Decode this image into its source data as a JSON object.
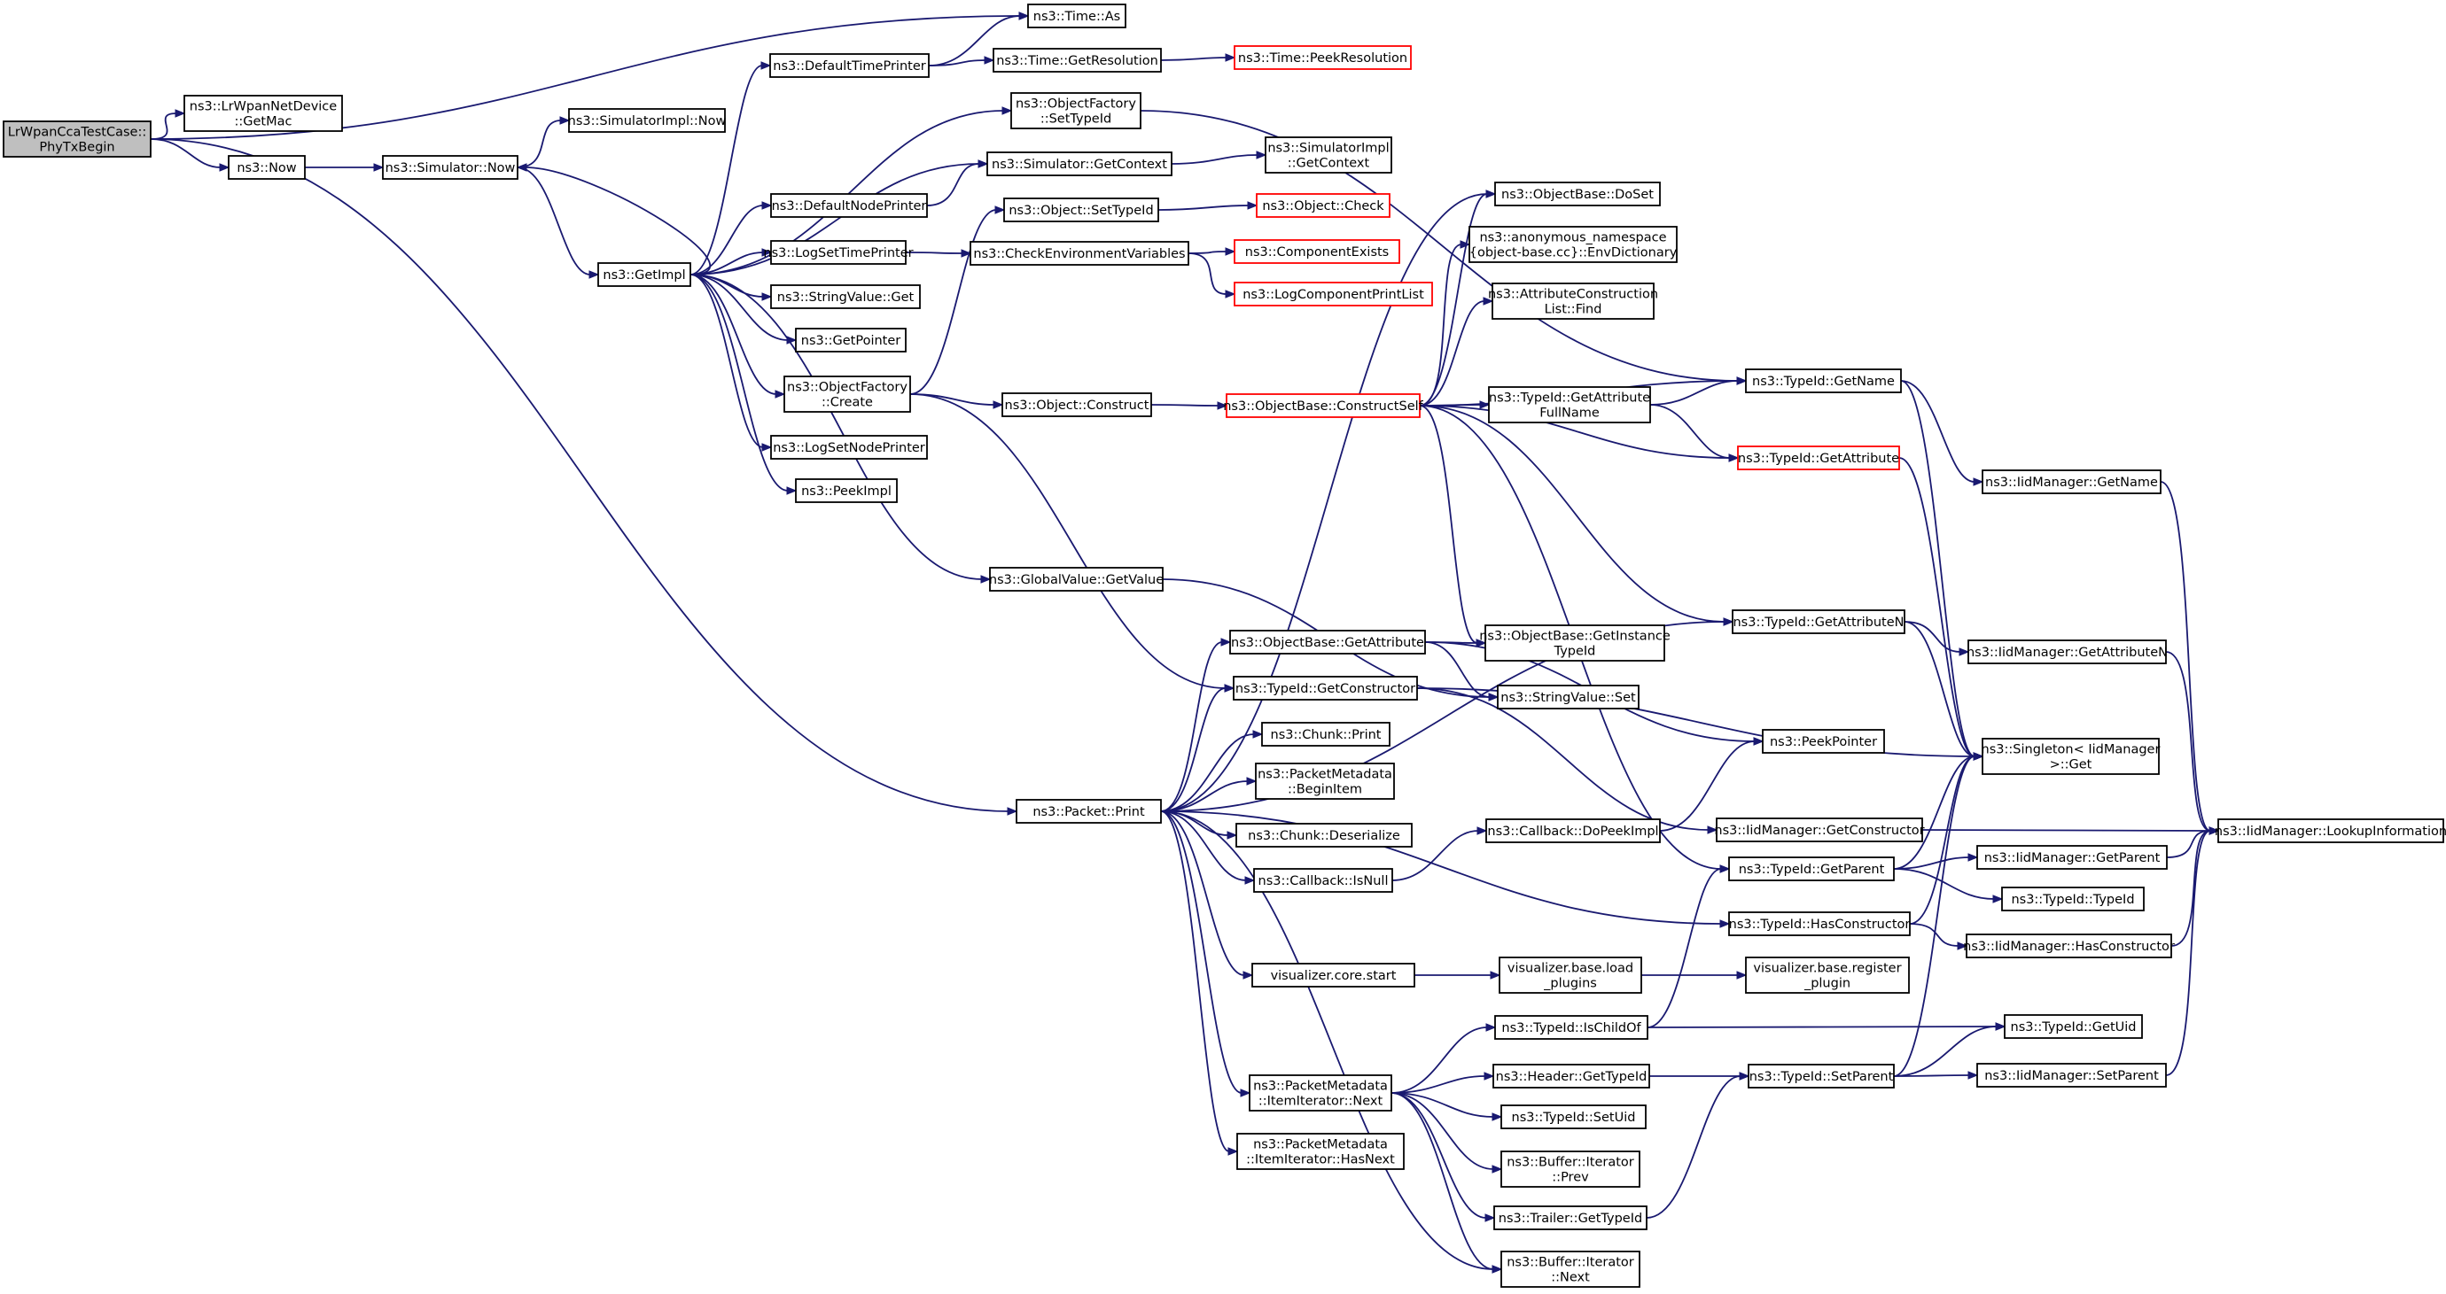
{
  "diagram": {
    "edge_color": "#191970",
    "root_fill": "#bfbfbf",
    "highlight_border": "#ff0000",
    "nodes": [
      {
        "id": "root",
        "lines": [
          "LrWpanCcaTestCase::",
          "PhyTxBegin"
        ],
        "style": "root"
      },
      {
        "id": "time_as",
        "lines": [
          "ns3::Time::As"
        ]
      },
      {
        "id": "getmac",
        "lines": [
          "ns3::LrWpanNetDevice",
          "::GetMac"
        ]
      },
      {
        "id": "now",
        "lines": [
          "ns3::Now"
        ]
      },
      {
        "id": "sim_now",
        "lines": [
          "ns3::Simulator::Now"
        ]
      },
      {
        "id": "simimpl_now",
        "lines": [
          "ns3::SimulatorImpl::Now"
        ]
      },
      {
        "id": "default_time_printer",
        "lines": [
          "ns3::DefaultTimePrinter"
        ]
      },
      {
        "id": "time_getres",
        "lines": [
          "ns3::Time::GetResolution"
        ]
      },
      {
        "id": "time_peekres",
        "lines": [
          "ns3::Time::PeekResolution"
        ],
        "style": "red"
      },
      {
        "id": "of_settypeid",
        "lines": [
          "ns3::ObjectFactory",
          "::SetTypeId"
        ]
      },
      {
        "id": "sim_getcontext",
        "lines": [
          "ns3::Simulator::GetContext"
        ]
      },
      {
        "id": "simimpl_getcontext",
        "lines": [
          "ns3::SimulatorImpl",
          "::GetContext"
        ]
      },
      {
        "id": "default_node_printer",
        "lines": [
          "ns3::DefaultNodePrinter"
        ]
      },
      {
        "id": "object_settypeid",
        "lines": [
          "ns3::Object::SetTypeId"
        ]
      },
      {
        "id": "object_check",
        "lines": [
          "ns3::Object::Check"
        ],
        "style": "red"
      },
      {
        "id": "getimpl",
        "lines": [
          "ns3::GetImpl"
        ]
      },
      {
        "id": "logsettimeprinter",
        "lines": [
          "ns3::LogSetTimePrinter"
        ]
      },
      {
        "id": "checkenv",
        "lines": [
          "ns3::CheckEnvironmentVariables"
        ]
      },
      {
        "id": "component_exists",
        "lines": [
          "ns3::ComponentExists"
        ],
        "style": "red"
      },
      {
        "id": "logcomponentprintlist",
        "lines": [
          "ns3::LogComponentPrintList"
        ],
        "style": "red"
      },
      {
        "id": "stringvalue_get",
        "lines": [
          "ns3::StringValue::Get"
        ]
      },
      {
        "id": "getpointer",
        "lines": [
          "ns3::GetPointer"
        ]
      },
      {
        "id": "of_create",
        "lines": [
          "ns3::ObjectFactory",
          "::Create"
        ]
      },
      {
        "id": "object_construct",
        "lines": [
          "ns3::Object::Construct"
        ]
      },
      {
        "id": "logsetnodeprinter",
        "lines": [
          "ns3::LogSetNodePrinter"
        ]
      },
      {
        "id": "peekimpl",
        "lines": [
          "ns3::PeekImpl"
        ]
      },
      {
        "id": "ob_doset",
        "lines": [
          "ns3::ObjectBase::DoSet"
        ]
      },
      {
        "id": "envdict",
        "lines": [
          "ns3::anonymous_namespace",
          "{object-base.cc}::EnvDictionary"
        ]
      },
      {
        "id": "acl_find",
        "lines": [
          "ns3::AttributeConstruction",
          "List::Find"
        ]
      },
      {
        "id": "ob_constructself",
        "lines": [
          "ns3::ObjectBase::ConstructSelf"
        ],
        "style": "red"
      },
      {
        "id": "tid_getattrfullname",
        "lines": [
          "ns3::TypeId::GetAttribute",
          "FullName"
        ]
      },
      {
        "id": "tid_getname",
        "lines": [
          "ns3::TypeId::GetName"
        ]
      },
      {
        "id": "tid_getattribute",
        "lines": [
          "ns3::TypeId::GetAttribute"
        ],
        "style": "red"
      },
      {
        "id": "iid_getname",
        "lines": [
          "ns3::IidManager::GetName"
        ]
      },
      {
        "id": "gv_getvalue",
        "lines": [
          "ns3::GlobalValue::GetValue"
        ]
      },
      {
        "id": "tid_getattributen",
        "lines": [
          "ns3::TypeId::GetAttributeN"
        ]
      },
      {
        "id": "ob_getattribute",
        "lines": [
          "ns3::ObjectBase::GetAttribute"
        ]
      },
      {
        "id": "ob_getinstancetypeid",
        "lines": [
          "ns3::ObjectBase::GetInstance",
          "TypeId"
        ]
      },
      {
        "id": "iid_getattributen",
        "lines": [
          "ns3::IidManager::GetAttributeN"
        ]
      },
      {
        "id": "tid_getconstructor",
        "lines": [
          "ns3::TypeId::GetConstructor"
        ]
      },
      {
        "id": "stringvalue_set",
        "lines": [
          "ns3::StringValue::Set"
        ]
      },
      {
        "id": "chunk_print",
        "lines": [
          "ns3::Chunk::Print"
        ]
      },
      {
        "id": "peekpointer",
        "lines": [
          "ns3::PeekPointer"
        ]
      },
      {
        "id": "singleton_get",
        "lines": [
          "ns3::Singleton< IidManager",
          ">::Get"
        ]
      },
      {
        "id": "pm_beginitem",
        "lines": [
          "ns3::PacketMetadata",
          "::BeginItem"
        ]
      },
      {
        "id": "packet_print",
        "lines": [
          "ns3::Packet::Print"
        ]
      },
      {
        "id": "chunk_deserialize",
        "lines": [
          "ns3::Chunk::Deserialize"
        ]
      },
      {
        "id": "cb_dopeekimpl",
        "lines": [
          "ns3::Callback::DoPeekImpl"
        ]
      },
      {
        "id": "iid_getconstructor",
        "lines": [
          "ns3::IidManager::GetConstructor"
        ]
      },
      {
        "id": "iid_lookupinfo",
        "lines": [
          "ns3::IidManager::LookupInformation"
        ]
      },
      {
        "id": "cb_isnull",
        "lines": [
          "ns3::Callback::IsNull"
        ]
      },
      {
        "id": "tid_getparent",
        "lines": [
          "ns3::TypeId::GetParent"
        ]
      },
      {
        "id": "iid_getparent",
        "lines": [
          "ns3::IidManager::GetParent"
        ]
      },
      {
        "id": "tid_typeid",
        "lines": [
          "ns3::TypeId::TypeId"
        ]
      },
      {
        "id": "tid_hasconstructor",
        "lines": [
          "ns3::TypeId::HasConstructor"
        ]
      },
      {
        "id": "iid_hasconstructor",
        "lines": [
          "ns3::IidManager::HasConstructor"
        ]
      },
      {
        "id": "vis_core_start",
        "lines": [
          "visualizer.core.start"
        ]
      },
      {
        "id": "vis_load_plugins",
        "lines": [
          "visualizer.base.load",
          "_plugins"
        ]
      },
      {
        "id": "vis_register_plugin",
        "lines": [
          "visualizer.base.register",
          "_plugin"
        ]
      },
      {
        "id": "tid_ischildof",
        "lines": [
          "ns3::TypeId::IsChildOf"
        ]
      },
      {
        "id": "tid_getuid",
        "lines": [
          "ns3::TypeId::GetUid"
        ]
      },
      {
        "id": "header_gettypeid",
        "lines": [
          "ns3::Header::GetTypeId"
        ]
      },
      {
        "id": "tid_setparent",
        "lines": [
          "ns3::TypeId::SetParent"
        ]
      },
      {
        "id": "iid_setparent",
        "lines": [
          "ns3::IidManager::SetParent"
        ]
      },
      {
        "id": "pm_itemiter_next",
        "lines": [
          "ns3::PacketMetadata",
          "::ItemIterator::Next"
        ]
      },
      {
        "id": "tid_setuid",
        "lines": [
          "ns3::TypeId::SetUid"
        ]
      },
      {
        "id": "buffer_prev",
        "lines": [
          "ns3::Buffer::Iterator",
          "::Prev"
        ]
      },
      {
        "id": "pm_itemiter_hasnext",
        "lines": [
          "ns3::PacketMetadata",
          "::ItemIterator::HasNext"
        ]
      },
      {
        "id": "trailer_gettypeid",
        "lines": [
          "ns3::Trailer::GetTypeId"
        ]
      },
      {
        "id": "buffer_next",
        "lines": [
          "ns3::Buffer::Iterator",
          "::Next"
        ]
      }
    ]
  }
}
